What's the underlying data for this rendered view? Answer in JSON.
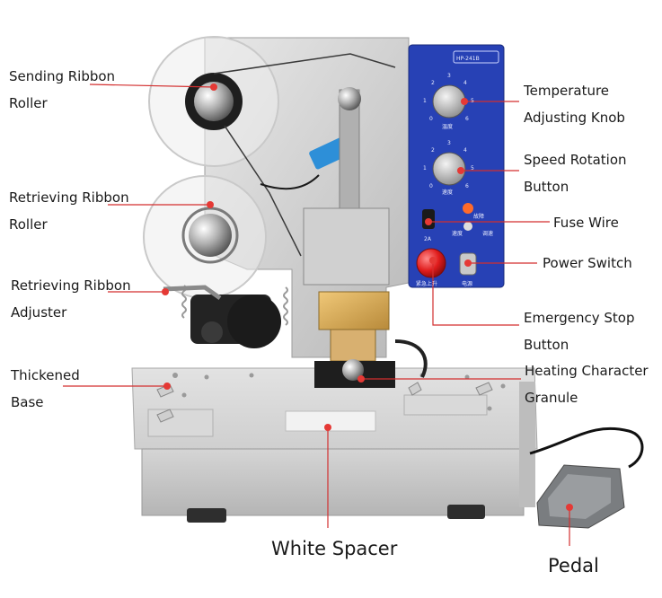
{
  "labels": {
    "sending_ribbon_roller": [
      "Sending Ribbon",
      "Roller"
    ],
    "retrieving_ribbon_roller": [
      "Retrieving Ribbon",
      "Roller"
    ],
    "retrieving_ribbon_adjuster": [
      "Retrieving Ribbon",
      "Adjuster"
    ],
    "thickened_base": [
      "Thickened",
      "Base"
    ],
    "temperature_knob": [
      "Temperature",
      "Adjusting Knob"
    ],
    "speed_button": [
      "Speed Rotation",
      "Button"
    ],
    "fuse_wire": "Fuse Wire",
    "power_switch": "Power Switch",
    "emergency_stop": [
      "Emergency Stop",
      "Button"
    ],
    "heating_granule": [
      "Heating Character",
      "Granule"
    ],
    "white_spacer": "White Spacer",
    "pedal": "Pedal"
  },
  "panel": {
    "model": "HP-241B",
    "temp_text": "温度",
    "speed_text": "速度",
    "fuse_rating": "2A",
    "fault_text": "故障",
    "speed_lamp_text": "速度",
    "running_text": "调速",
    "emergency_text": "紧急上升",
    "power_text": "电源",
    "dial_numbers": [
      "0",
      "1",
      "2",
      "3",
      "4",
      "5",
      "6"
    ]
  },
  "colors": {
    "callout_line": "#d32f2f",
    "callout_dot": "#e53935",
    "panel_blue": "#2741b5",
    "stop_red": "#e01c1c"
  }
}
